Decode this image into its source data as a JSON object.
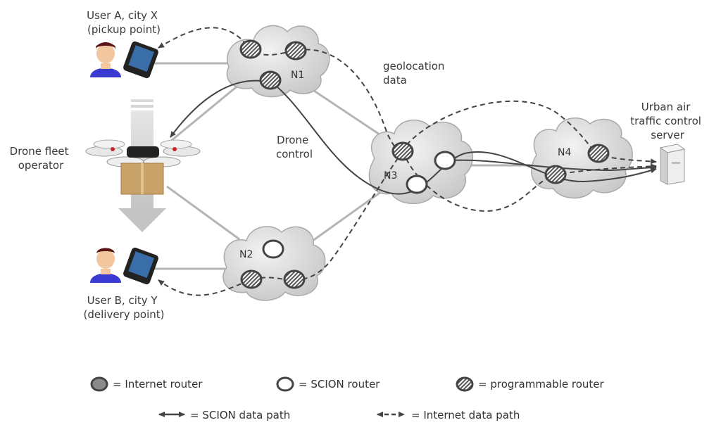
{
  "labels": {
    "user_a": [
      "User A, city X",
      "(pickup point)"
    ],
    "user_b": [
      "User B, city Y",
      "(delivery point)"
    ],
    "operator": [
      "Drone fleet",
      "operator"
    ],
    "drone_control": [
      "Drone",
      "control"
    ],
    "geolocation": [
      "geolocation",
      "data"
    ],
    "server": [
      "Urban air",
      "traffic control",
      "server"
    ]
  },
  "nodes": {
    "n1": "N1",
    "n2": "N2",
    "n3": "N3",
    "n4": "N4"
  },
  "legend": {
    "internet_router": "= Internet router",
    "scion_router": "= SCION router",
    "programmable_router": "= programmable router",
    "scion_path": "= SCION data path",
    "internet_path": "= Internet data path"
  },
  "colors": {
    "cloud": "#d9d9d9",
    "link": "#b0b0b0",
    "path": "#444444",
    "arrow_gray": "#c8c8c8"
  }
}
